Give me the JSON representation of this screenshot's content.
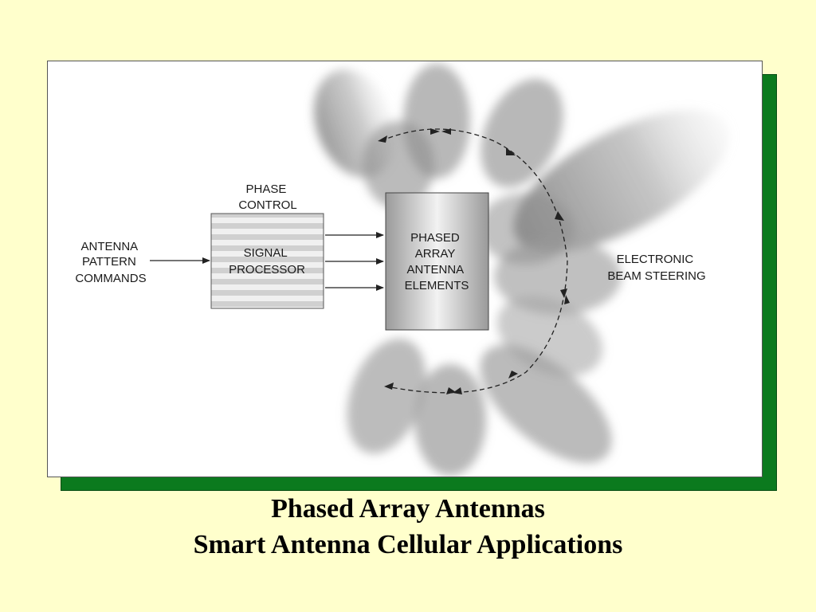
{
  "diagram": {
    "input_label": [
      "ANTENNA",
      "PATTERN",
      "COMMANDS"
    ],
    "phase_control_label": [
      "PHASE",
      "CONTROL"
    ],
    "processor_label": [
      "SIGNAL",
      "PROCESSOR"
    ],
    "array_label": [
      "PHASED",
      "ARRAY",
      "ANTENNA",
      "ELEMENTS"
    ],
    "steering_label": [
      "ELECTRONIC",
      "BEAM STEERING"
    ]
  },
  "caption": {
    "line1": "Phased Array Antennas",
    "line2": "Smart Antenna Cellular Applications"
  },
  "colors": {
    "background": "#ffffcc",
    "frame_shadow": "#0b7a1e",
    "panel": "#ffffff"
  }
}
